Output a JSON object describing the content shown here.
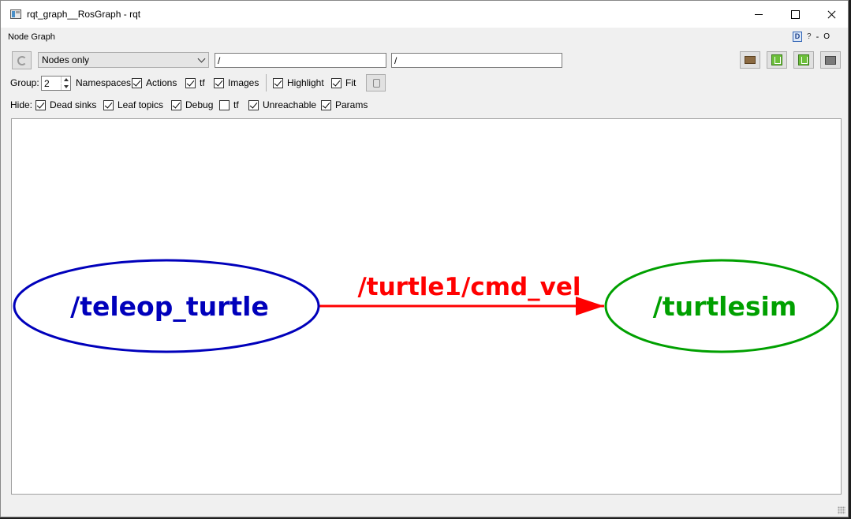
{
  "window": {
    "title": "rqt_graph__RosGraph - rqt"
  },
  "dock": {
    "title": "Node Graph",
    "buttons": {
      "help_label": "D",
      "help_q": "?",
      "minimize_label": "-",
      "close_label": "O"
    }
  },
  "toolbar": {
    "view_mode": {
      "selected": "Nodes only"
    },
    "namespace_filter": {
      "value": "/"
    },
    "topic_filter": {
      "value": "/"
    }
  },
  "options": {
    "group_label": "Group:",
    "group_value": "2",
    "namespaces_label": "Namespaces",
    "actions_label": "Actions",
    "tf_label": "tf",
    "images_label": "Images",
    "highlight_label": "Highlight",
    "fit_label": "Fit"
  },
  "hide": {
    "label": "Hide:",
    "dead_sinks": "Dead sinks",
    "leaf_topics": "Leaf topics",
    "debug": "Debug",
    "tf": "tf",
    "unreachable": "Unreachable",
    "params": "Params"
  },
  "graph": {
    "nodes": [
      {
        "id": "teleop",
        "label": "/teleop_turtle",
        "color": "#0000bb"
      },
      {
        "id": "sim",
        "label": "/turtlesim",
        "color": "#00a000"
      }
    ],
    "edges": [
      {
        "from": "teleop",
        "to": "sim",
        "label": "/turtle1/cmd_vel",
        "color": "#ff0000"
      }
    ]
  }
}
